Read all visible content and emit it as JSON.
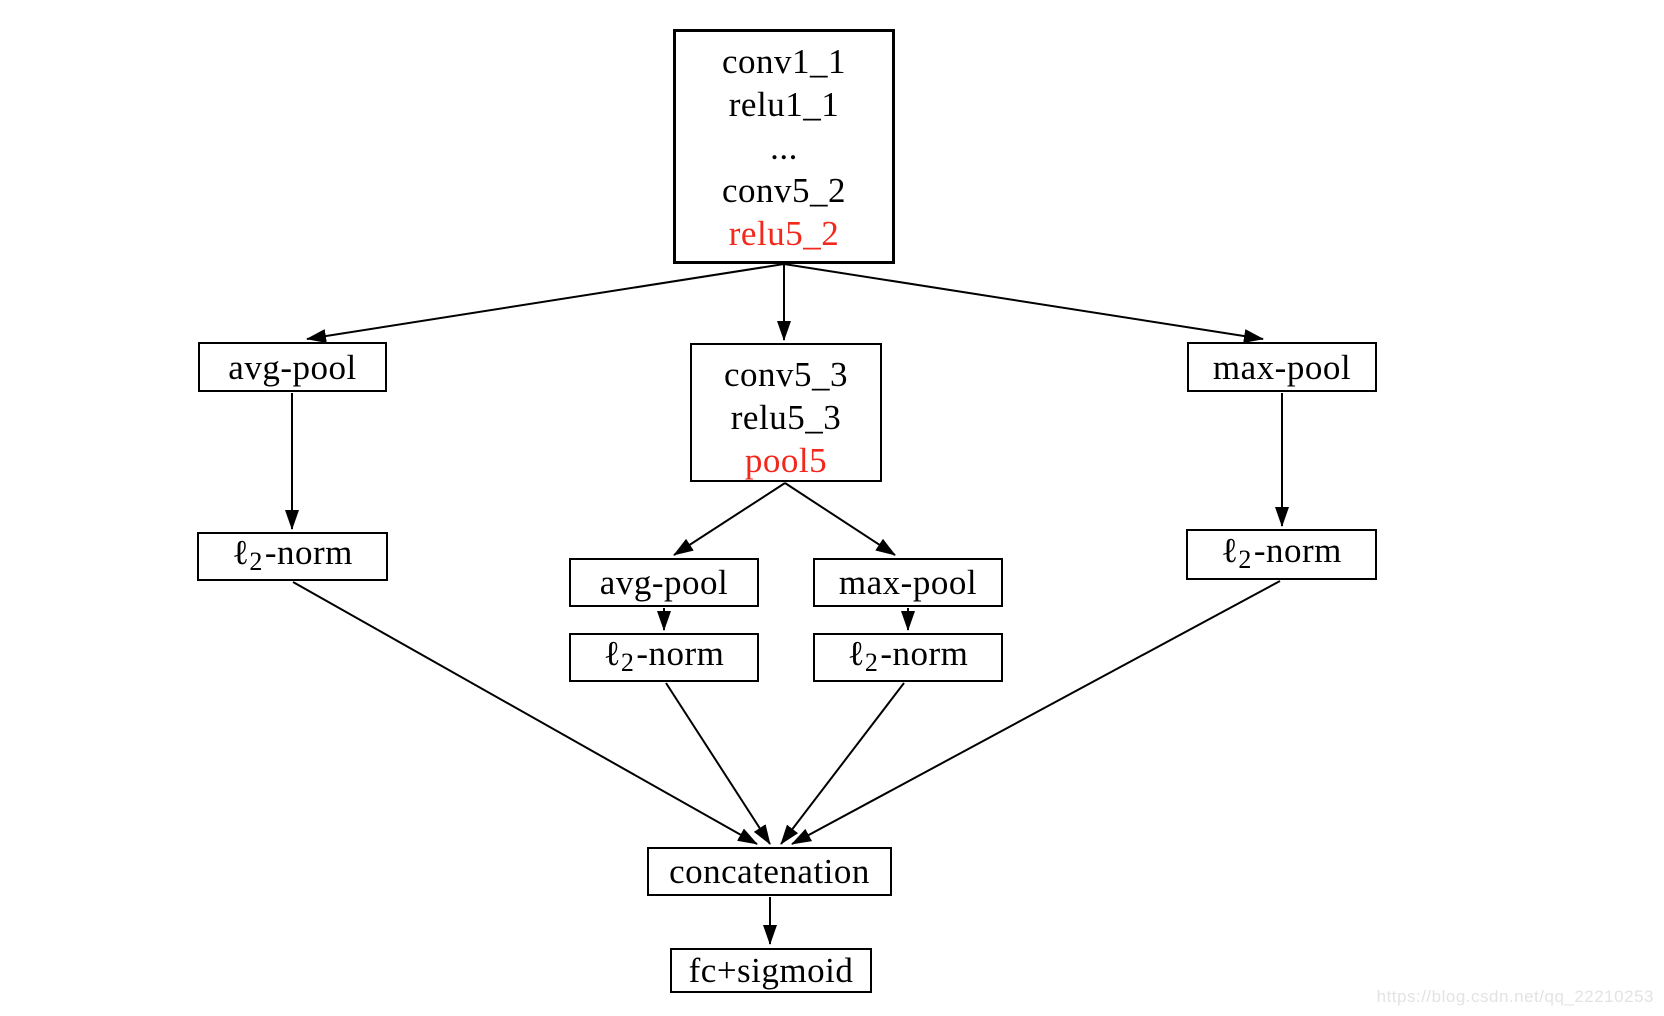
{
  "colors": {
    "background": "#ffffff",
    "node_border": "#000000",
    "edge": "#000000",
    "text": "#000000",
    "highlight_text": "#f3281c",
    "watermark_text": "#e3e3e6"
  },
  "nodes": {
    "conv_stack": {
      "lines": [
        "conv1_1",
        "relu1_1",
        "...",
        "conv5_2",
        "relu5_2"
      ],
      "highlighted_line": "relu5_2"
    },
    "avg_pool_left": {
      "label": "avg-pool"
    },
    "conv5_3_block": {
      "lines": [
        "conv5_3",
        "relu5_3",
        "pool5"
      ],
      "highlighted_line": "pool5"
    },
    "max_pool_right": {
      "label": "max-pool"
    },
    "l2_norm_left": {
      "script_l": "ℓ",
      "sub": "2",
      "suffix": "-norm"
    },
    "avg_pool_mid": {
      "label": "avg-pool"
    },
    "max_pool_mid": {
      "label": "max-pool"
    },
    "l2_norm_mid_left": {
      "script_l": "ℓ",
      "sub": "2",
      "suffix": "-norm"
    },
    "l2_norm_mid_right": {
      "script_l": "ℓ",
      "sub": "2",
      "suffix": "-norm"
    },
    "l2_norm_right": {
      "script_l": "ℓ",
      "sub": "2",
      "suffix": "-norm"
    },
    "concatenation": {
      "label": "concatenation"
    },
    "fc_sigmoid": {
      "label": "fc+sigmoid"
    }
  },
  "edges": [
    "relu5_2 -> avg-pool (left)",
    "relu5_2 -> conv5_3",
    "relu5_2 -> max-pool (right)",
    "avg-pool (left) -> l2-norm (left)",
    "max-pool (right) -> l2-norm (right)",
    "pool5 -> avg-pool (mid)",
    "pool5 -> max-pool (mid)",
    "avg-pool (mid) -> l2-norm (mid-left)",
    "max-pool (mid) -> l2-norm (mid-right)",
    "l2-norm (left) -> concatenation",
    "l2-norm (mid-left) -> concatenation",
    "l2-norm (mid-right) -> concatenation",
    "l2-norm (right) -> concatenation",
    "concatenation -> fc+sigmoid"
  ],
  "watermark": "https://blog.csdn.net/qq_22210253"
}
